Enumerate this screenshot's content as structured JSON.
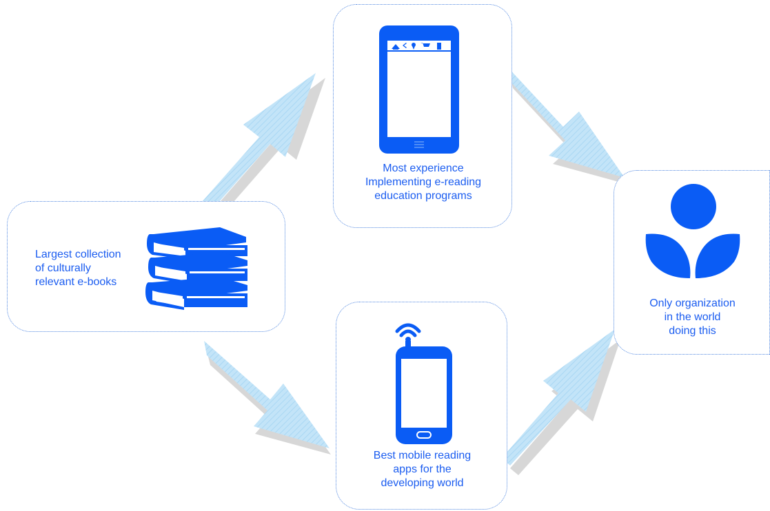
{
  "colors": {
    "accent": "#0a5cf5",
    "arrow": "#b9e0f7",
    "border": "#4f86e0"
  },
  "nodes": {
    "ebooks": {
      "icon": "books-stack-icon",
      "lines": [
        "Largest collection",
        "of culturally",
        "relevant e-books"
      ]
    },
    "experience": {
      "icon": "tablet-icon",
      "lines": [
        "Most experience",
        "Implementing e-reading",
        "education programs"
      ]
    },
    "apps": {
      "icon": "mobile-phone-signal-icon",
      "lines": [
        "Best mobile reading",
        "apps for the",
        "developing world"
      ]
    },
    "organization": {
      "icon": "worldreader-logo-icon",
      "lines": [
        "Only organization",
        "in the world",
        "doing this"
      ]
    }
  }
}
